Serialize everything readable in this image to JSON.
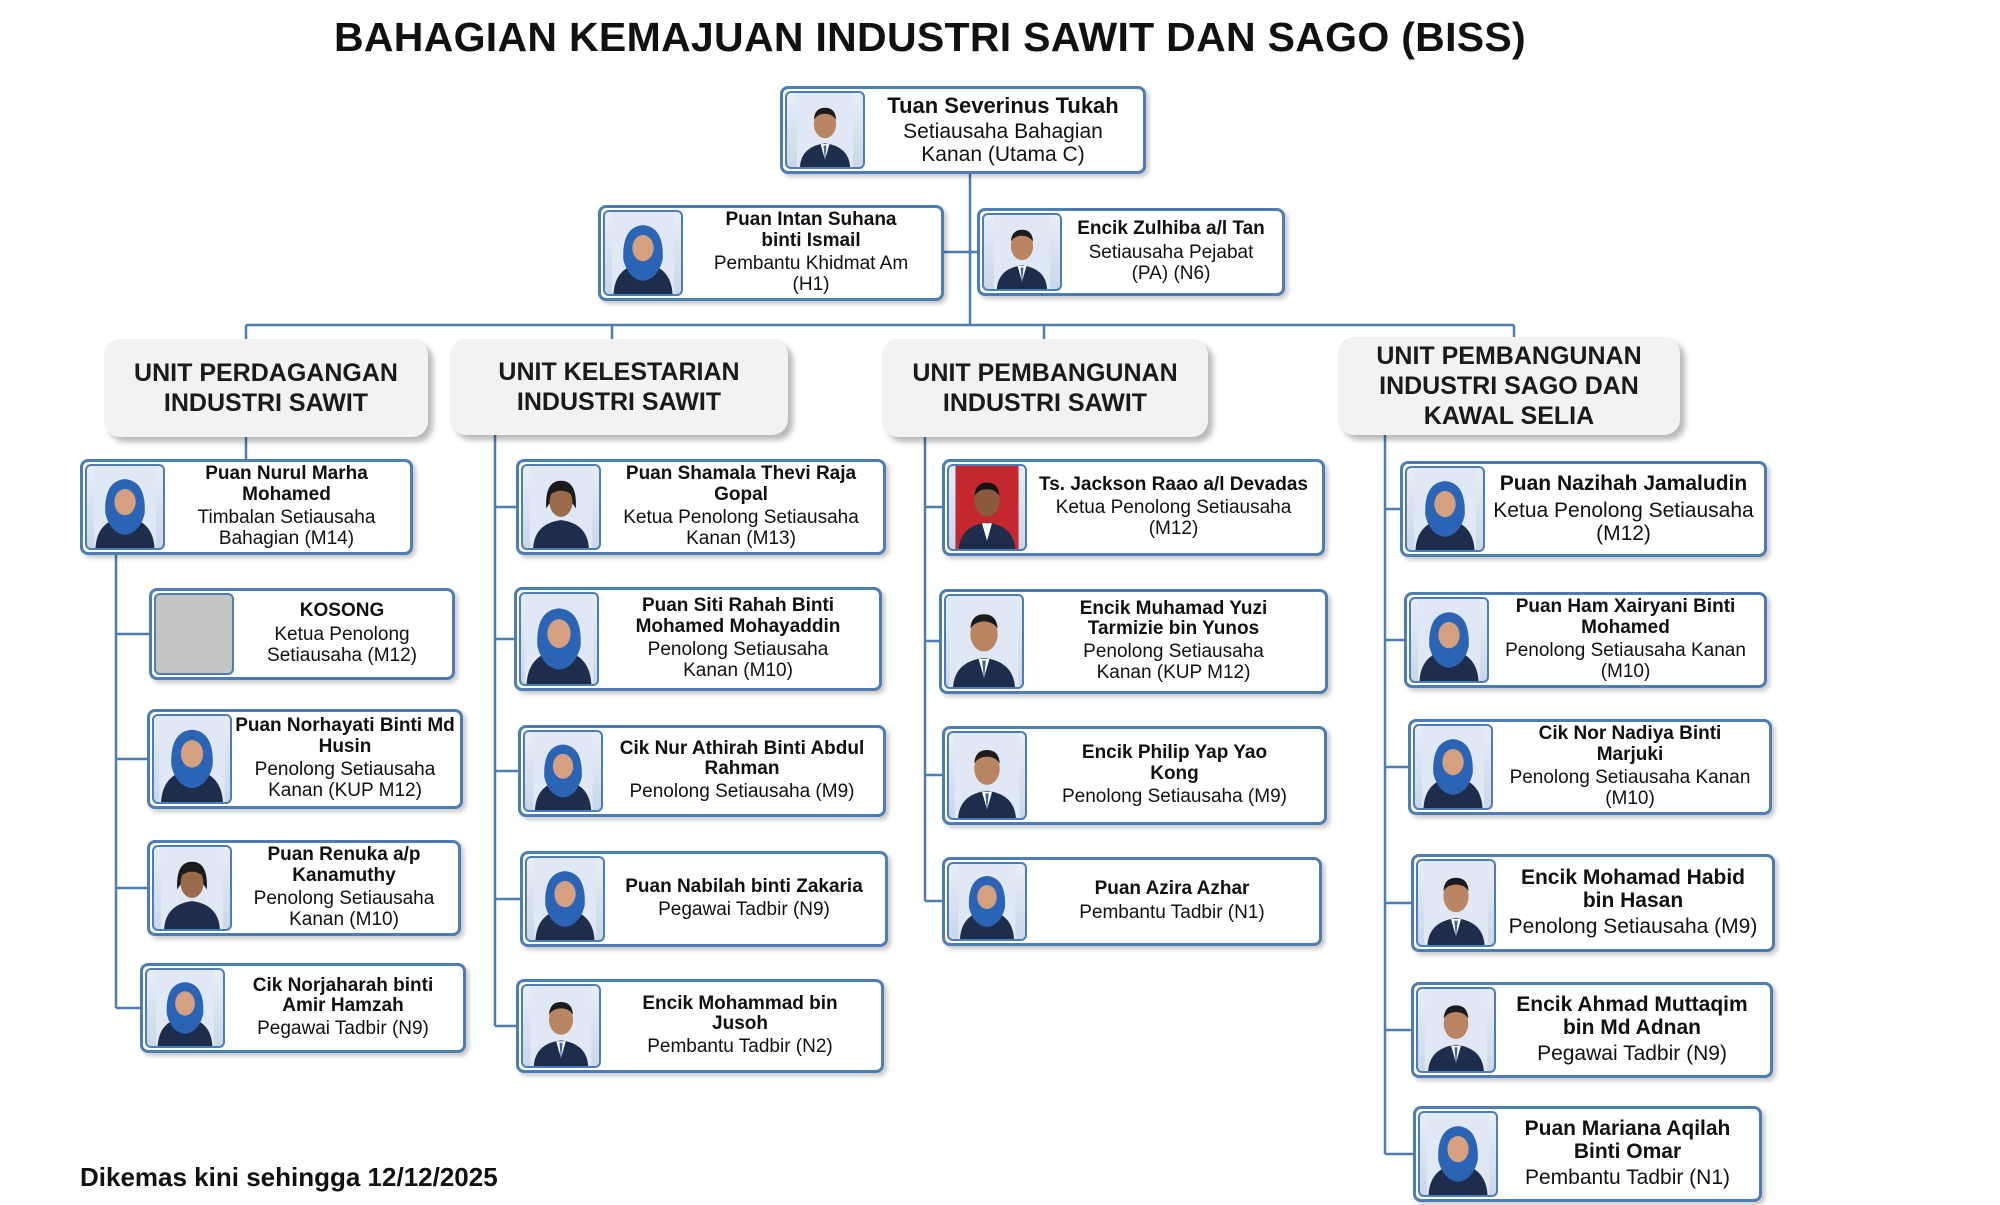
{
  "title": "BAHAGIAN KEMAJUAN INDUSTRI SAWIT DAN SAGO (BISS)",
  "footer": "Dikemas kini sehingga 12/12/2025",
  "colors": {
    "line": "#4c7db5",
    "unit_bg": "#f2f2f2",
    "card_border": "#4c7db5"
  },
  "top": [
    {
      "name": "Tuan Severinus Tukah",
      "role": "Setiausaha Bahagian Kanan (Utama C)",
      "gender": "m"
    },
    {
      "name": "Puan Intan Suhana binti Ismail",
      "role": "Pembantu Khidmat Am (H1)",
      "gender": "f"
    },
    {
      "name": "Encik Zulhiba a/l Tan",
      "role": "Setiausaha Pejabat (PA) (N6)",
      "gender": "m"
    }
  ],
  "units": [
    {
      "label": "UNIT PERDAGANGAN\nINDUSTRI SAWIT",
      "head": {
        "name": "Puan Nurul Marha Mohamed",
        "role": "Timbalan Setiausaha Bahagian (M14)",
        "gender": "f"
      },
      "members": [
        {
          "name": "KOSONG",
          "role": "Ketua Penolong Setiausaha (M12)",
          "gender": "none"
        },
        {
          "name": "Puan Norhayati Binti Md Husin",
          "role": "Penolong Setiausaha Kanan (KUP M12)",
          "gender": "f"
        },
        {
          "name": "Puan Renuka a/p Kanamuthy",
          "role": "Penolong Setiausaha Kanan (M10)",
          "gender": "f2"
        },
        {
          "name": "Cik Norjaharah binti Amir Hamzah",
          "role": "Pegawai Tadbir (N9)",
          "gender": "f"
        }
      ]
    },
    {
      "label": "UNIT KELESTARIAN\nINDUSTRI SAWIT",
      "head": null,
      "members": [
        {
          "name": "Puan Shamala Thevi Raja Gopal",
          "role": "Ketua Penolong Setiausaha Kanan (M13)",
          "gender": "f2"
        },
        {
          "name": "Puan Siti Rahah Binti Mohamed Mohayaddin",
          "role": "Penolong Setiausaha Kanan (M10)",
          "gender": "f"
        },
        {
          "name": "Cik Nur Athirah Binti Abdul Rahman",
          "role": "Penolong Setiausaha (M9)",
          "gender": "f"
        },
        {
          "name": "Puan Nabilah binti Zakaria",
          "role": "Pegawai Tadbir (N9)",
          "gender": "f"
        },
        {
          "name": "Encik Mohammad bin Jusoh",
          "role": "Pembantu Tadbir (N2)",
          "gender": "m"
        }
      ]
    },
    {
      "label": "UNIT PEMBANGUNAN\nINDUSTRI SAWIT",
      "head": null,
      "members": [
        {
          "name": "Ts. Jackson Raao a/l Devadas",
          "role": "Ketua Penolong Setiausaha (M12)",
          "gender": "m2"
        },
        {
          "name": "Encik Muhamad Yuzi Tarmizie bin Yunos",
          "role": "Penolong Setiausaha Kanan (KUP M12)",
          "gender": "m"
        },
        {
          "name": "Encik Philip Yap Yao Kong",
          "role": "Penolong Setiausaha (M9)",
          "gender": "m"
        },
        {
          "name": "Puan Azira Azhar",
          "role": "Pembantu Tadbir (N1)",
          "gender": "f"
        }
      ]
    },
    {
      "label": "UNIT PEMBANGUNAN\nINDUSTRI SAGO DAN\nKAWAL SELIA",
      "head": null,
      "members": [
        {
          "name": "Puan Nazihah Jamaludin",
          "role": "Ketua Penolong Setiausaha (M12)",
          "gender": "f"
        },
        {
          "name": "Puan Ham Xairyani Binti Mohamed",
          "role": "Penolong Setiausaha Kanan (M10)",
          "gender": "f"
        },
        {
          "name": "Cik Nor Nadiya Binti Marjuki",
          "role": "Penolong Setiausaha Kanan (M10)",
          "gender": "f"
        },
        {
          "name": "Encik Mohamad Habid bin Hasan",
          "role": "Penolong Setiausaha (M9)",
          "gender": "m"
        },
        {
          "name": "Encik Ahmad Muttaqim bin Md Adnan",
          "role": "Pegawai Tadbir (N9)",
          "gender": "m"
        },
        {
          "name": "Puan Mariana Aqilah Binti Omar",
          "role": "Pembantu Tadbir (N1)",
          "gender": "f"
        }
      ]
    }
  ]
}
